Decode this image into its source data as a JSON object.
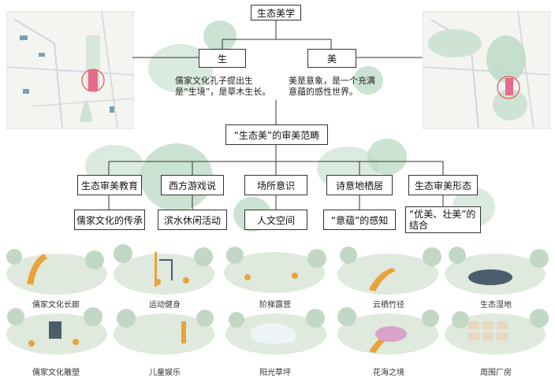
{
  "root": "生态美学",
  "level1": [
    {
      "title": "生",
      "desc": "儒家文化孔子提出生是“生境”，是草木生长。"
    },
    {
      "title": "美",
      "desc": "美是意象，是一个充满意蕴的感性世界。"
    }
  ],
  "category": "“生态美”的审美范畴",
  "branches": [
    {
      "title": "生态审美教育",
      "leaf": "儒家文化的传承"
    },
    {
      "title": "西方游戏说",
      "leaf": "滨水休闲活动"
    },
    {
      "title": "场所意识",
      "leaf": "人文空间"
    },
    {
      "title": "诗意地栖居",
      "leaf": "“意蕴”的感知"
    },
    {
      "title": "生态审美形态",
      "leaf": "“优美、壮美”的结合"
    }
  ],
  "scenes_row1": [
    "儒家文化长廊",
    "运动健身",
    "阶梯露营",
    "云栖竹径",
    "生态湿地"
  ],
  "scenes_row2": [
    "儒家文化雕塑",
    "儿童娱乐",
    "阳光草坪",
    "花海之境",
    "周围厂房"
  ],
  "colors": {
    "green_blob": "#cfe3d4",
    "accent_orange": "#e8a33b",
    "line": "#333333"
  }
}
